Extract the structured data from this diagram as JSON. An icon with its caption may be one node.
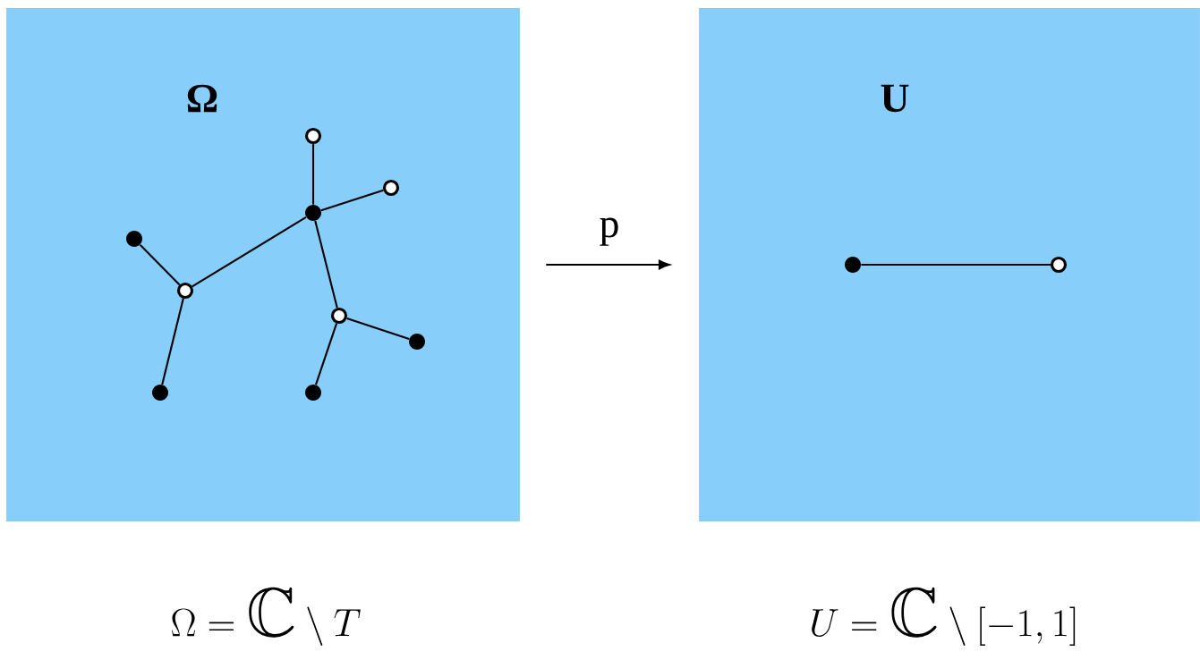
{
  "diagram": {
    "nodes": [
      {
        "text": [
          "Ω"
        ]
      },
      {
        "text": [],
        "shape": "circle",
        "in": 0
      },
      {
        "text": [],
        "shape": "circle",
        "in": 0
      },
      {
        "text": [],
        "shape": "dot",
        "in": 0
      },
      {
        "text": [],
        "shape": "dot",
        "in": 0
      },
      {
        "text": [],
        "shape": "circle",
        "in": 0
      },
      {
        "text": [],
        "shape": "circle",
        "in": 0
      },
      {
        "text": [],
        "shape": "dot",
        "in": 0
      },
      {
        "text": [],
        "shape": "dot",
        "in": 0
      },
      {
        "text": [],
        "shape": "dot",
        "in": 0
      },
      {
        "text": [
          "U"
        ]
      },
      {
        "text": [],
        "shape": "dot",
        "in": 10
      },
      {
        "text": [],
        "shape": "circle",
        "in": 10
      }
    ],
    "edges": [
      {
        "from": 3,
        "to": 1,
        "arrow": "none"
      },
      {
        "from": 3,
        "to": 2,
        "arrow": "none"
      },
      {
        "from": 3,
        "to": 5,
        "arrow": "none"
      },
      {
        "from": 3,
        "to": 6,
        "arrow": "none"
      },
      {
        "from": 5,
        "to": 4,
        "arrow": "none"
      },
      {
        "from": 5,
        "to": 8,
        "arrow": "none"
      },
      {
        "from": 6,
        "to": 7,
        "arrow": "none"
      },
      {
        "from": 6,
        "to": 9,
        "arrow": "none"
      },
      {
        "from": 11,
        "to": 12,
        "arrow": "none"
      },
      {
        "from": 0,
        "to": 10,
        "arrow": "to",
        "label": "p"
      }
    ],
    "labels": [
      "\\Omega = \\mathbb{C} \\setminus T",
      "U = \\mathbb{C} \\setminus [-1,1]"
    ]
  }
}
